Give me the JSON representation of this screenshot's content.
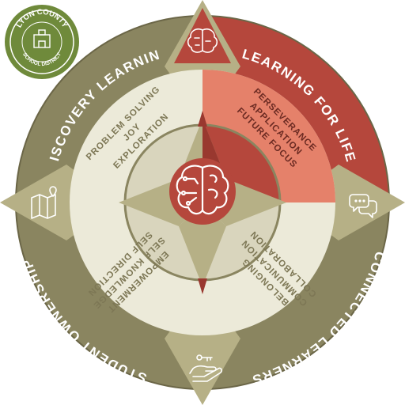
{
  "colors": {
    "olive": "#8a8560",
    "olive_dark": "#6b6647",
    "khaki": "#b6b086",
    "khaki_light": "#cfcaa6",
    "cream": "#ecead9",
    "cream_dark": "#d9d5bd",
    "red": "#b5473c",
    "red_dark": "#99382f",
    "salmon": "#e5816a",
    "seal_green": "#6f8a3b",
    "white": "#ffffff"
  },
  "logo": {
    "line1": "LYON COUNTY",
    "line2": "SCHOOL DISTRICT"
  },
  "quadrants": {
    "top_left": {
      "title": "DISCOVERY LEARNING",
      "items": [
        "PROBLEM SOLVING",
        "JOY",
        "EXPLORATION"
      ],
      "icon": "map-icon"
    },
    "top_right": {
      "title": "LEARNING FOR LIFE",
      "items": [
        "PERSEVERANCE",
        "APPLICATION",
        "FUTURE FOCUS"
      ],
      "icon": "brain-icon"
    },
    "bottom_right": {
      "title": "CONNECTED LEARNERS",
      "items": [
        "BELONGING",
        "COMMUNICATION",
        "COLLABORATION"
      ],
      "icon": "chat-bubbles-icon"
    },
    "bottom_left": {
      "title": "STUDENT OWNERSHIP",
      "items": [
        "EMPOWERMENT",
        "SELF KNOWLEDGE",
        "SELF DIRECTION"
      ],
      "icon": "hand-keys-icon"
    }
  },
  "center_icon": "circuit-brain-icon"
}
